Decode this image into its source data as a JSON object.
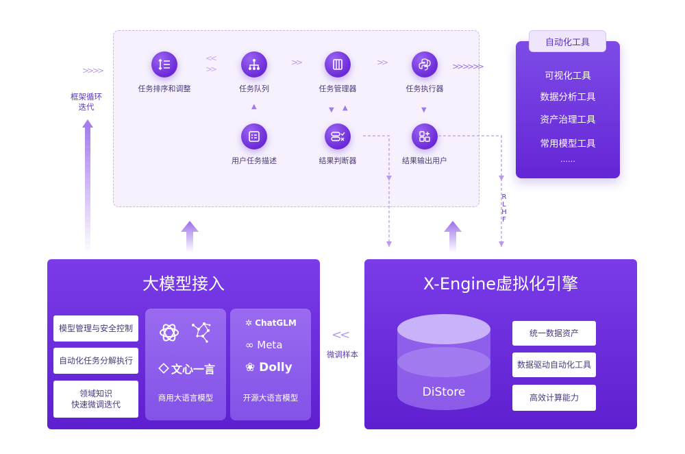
{
  "workflow": {
    "nodes": {
      "sort": "任务排序和调整",
      "queue": "任务队列",
      "manager": "任务管理器",
      "executor": "任务执行器",
      "user_desc": "用户任务描述",
      "judge": "结果判断器",
      "output": "结果输出用户"
    }
  },
  "tools": {
    "tab": "自动化工具",
    "items": [
      "可视化工具",
      "数据分析工具",
      "资产治理工具",
      "常用模型工具",
      "……"
    ]
  },
  "side_labels": {
    "loop": [
      "框架循环",
      "迭代"
    ],
    "rlhf": [
      "R",
      "L",
      "H",
      "F"
    ],
    "finetune": "微调样本"
  },
  "model_access": {
    "title": "大模型接入",
    "items": [
      "模型管理与安全控制",
      "自动化任务分解执行",
      "领域知识",
      "快速微调迭代"
    ],
    "commercial": {
      "label": "商用大语言模型",
      "logo_wenxin": "文心一言"
    },
    "opensource": {
      "label": "开源大语言模型",
      "logos": [
        "ChatGLM",
        "Meta",
        "Dolly"
      ]
    }
  },
  "engine": {
    "title": "X-Engine虚拟化引擎",
    "store": "DiStore",
    "items": [
      "统一数据资产",
      "数据驱动自动化工具",
      "高效计算能力"
    ]
  },
  "colors": {
    "primary": "#6426d6",
    "light": "#f6f1fd",
    "accent": "#9a63f2"
  },
  "icons": [
    "sort-icon",
    "tree-icon",
    "book-icon",
    "python-icon",
    "list-icon",
    "toggle-icon",
    "grid-icon",
    "openai-icon",
    "network-icon"
  ]
}
